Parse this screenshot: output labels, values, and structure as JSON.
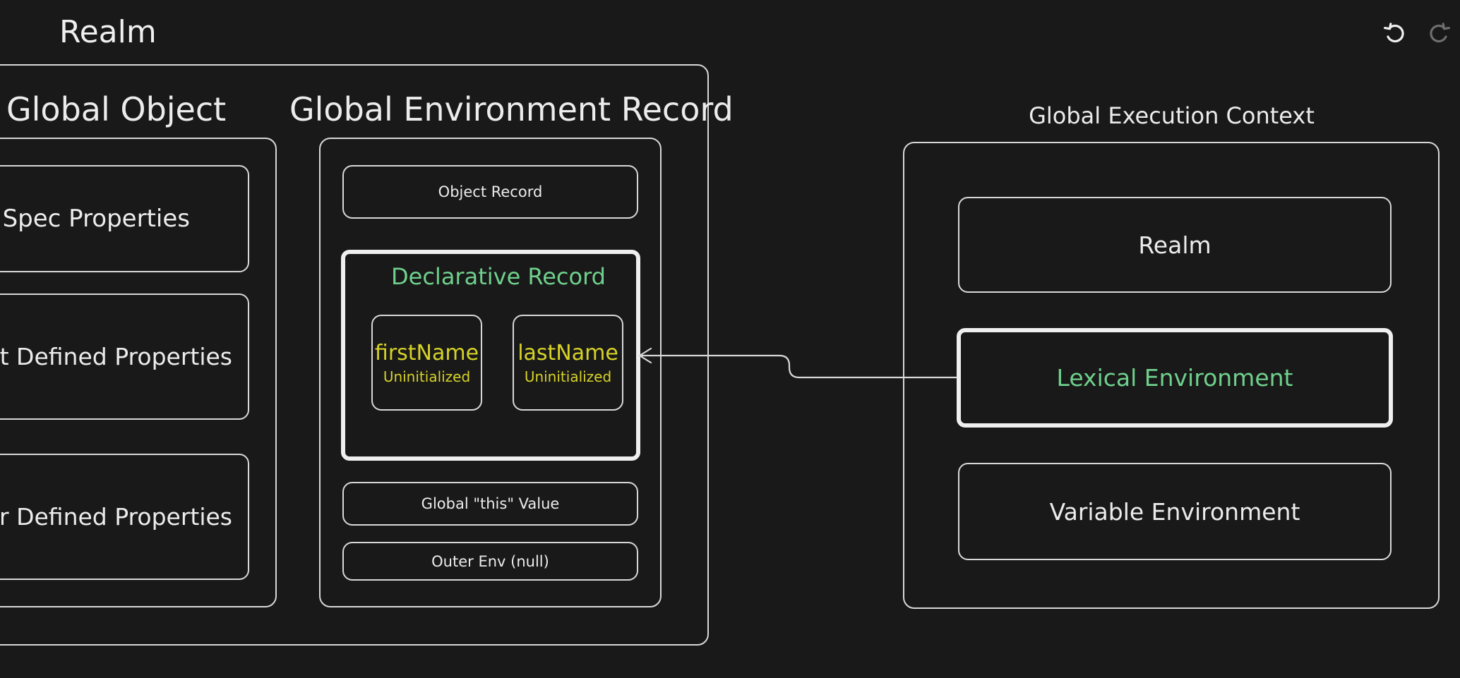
{
  "toolbar": {
    "undo_icon": "undo-icon",
    "redo_icon": "redo-icon"
  },
  "realm": {
    "title": "Realm",
    "global_object": {
      "title": "Global Object",
      "items": [
        "Spec Properties",
        "ost Defined Properties",
        "ser Defined Properties"
      ]
    },
    "global_env_record": {
      "title": "Global Environment Record",
      "object_record": "Object Record",
      "declarative": {
        "title": "Declarative Record",
        "bindings": [
          {
            "name": "firstName",
            "state": "Uninitialized"
          },
          {
            "name": "lastName",
            "state": "Uninitialized"
          }
        ]
      },
      "this_value": "Global \"this\" Value",
      "outer_env": "Outer Env (null)"
    }
  },
  "execution_context": {
    "title": "Global Execution Context",
    "realm": "Realm",
    "lexical_env": "Lexical Environment",
    "variable_env": "Variable Environment"
  },
  "colors": {
    "background": "#191919",
    "stroke": "#d8d8d8",
    "text": "#ececec",
    "green": "#6fd08c",
    "yellow": "#d6d228"
  }
}
